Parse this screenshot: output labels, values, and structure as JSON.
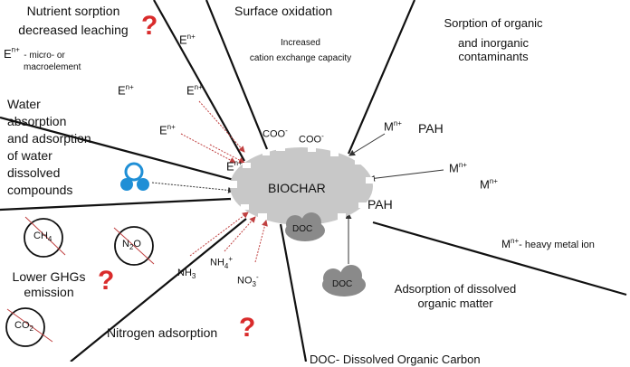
{
  "labels": {
    "nutrient_title_1": "Nutrient sorption",
    "nutrient_title_2": "decreased leaching",
    "e_legend_symbol": "E",
    "e_legend_sup": "n+",
    "e_legend_text_1": "- micro- or",
    "e_legend_text_2": "macroelement",
    "surface_oxidation": "Surface oxidation",
    "cec_1": "Increased",
    "cec_2": "cation exchange capacity",
    "sorption_1": "Sorption of organic",
    "sorption_2": "and inorganic",
    "sorption_3": "contaminants",
    "water_1": "Water",
    "water_2": "absorption",
    "water_3": "and adsorption",
    "water_4": "of water",
    "water_5": "dissolved",
    "water_6": "compounds",
    "biochar": "BIOCHAR",
    "coo": "COO",
    "coo_sup": "-",
    "pah": "PAH",
    "m_symbol": "M",
    "m_sup": "n+",
    "heavy_metal_text": "- heavy metal ion",
    "doc": "DOC",
    "adsorb_doc_1": "Adsorption of dissolved",
    "adsorb_doc_2": "organic matter",
    "ghg_1": "Lower GHGs",
    "ghg_2": "emission",
    "nitrogen": "Nitrogen adsorption",
    "doc_legend": "DOC- Dissolved Organic Carbon",
    "ch4": "CH",
    "ch4_sub": "4",
    "n2o_a": "N",
    "n2o_sub": "2",
    "n2o_b": "O",
    "co2": "CO",
    "co2_sub": "2",
    "nh3": "NH",
    "nh3_sub": "3",
    "nh4": "NH",
    "nh4_sub": "4",
    "nh4_sup": "+",
    "no3": "NO",
    "no3_sub": "3",
    "no3_sup": "-",
    "question": "?"
  },
  "colors": {
    "line": "#111111",
    "biochar": "#c8c8c8",
    "doc_cloud": "#8a8a8a",
    "arrow_red": "#c04040",
    "arrow_dark": "#333333",
    "question": "#d92b2b",
    "water_icon": "#1f8fd6",
    "strike": "#c04040"
  },
  "icons": [
    "question-mark-icon",
    "water-molecule-icon",
    "doc-cloud-icon",
    "biochar-particle-icon"
  ]
}
